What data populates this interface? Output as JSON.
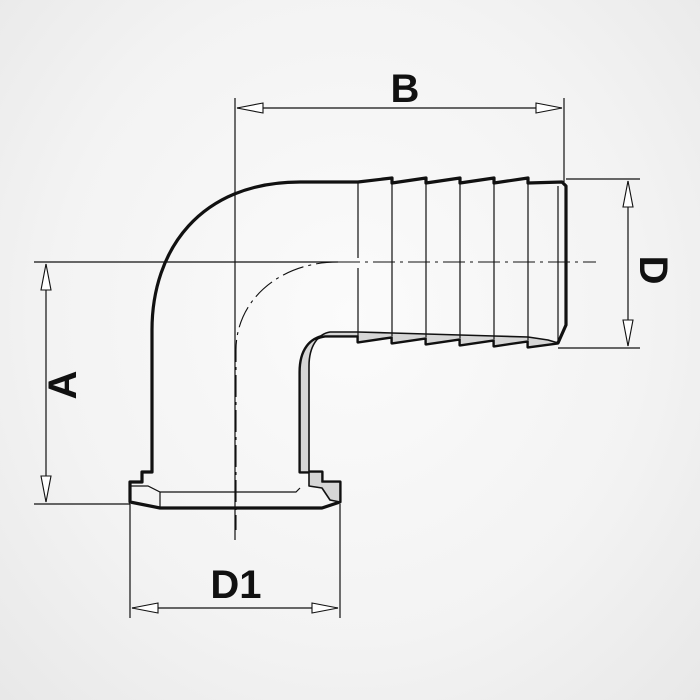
{
  "drawing": {
    "labels": {
      "a": "A",
      "b": "B",
      "d": "D",
      "d1": "D1"
    },
    "colors": {
      "line": "#111111",
      "section_fill": "#d6d6d6",
      "background": "#f3f3f3"
    }
  }
}
